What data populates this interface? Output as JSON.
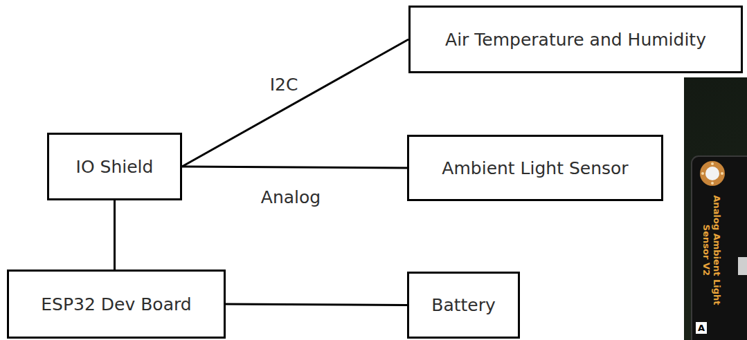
{
  "diagram": {
    "nodes": [
      {
        "text": [
          "Air Temperature and Humidity"
        ]
      },
      {
        "text": [
          "IO Shield"
        ]
      },
      {
        "text": [
          "Ambient Light Sensor"
        ]
      },
      {
        "text": [
          "ESP32 Dev Board"
        ]
      },
      {
        "text": [
          "Battery"
        ]
      }
    ],
    "edges": [
      {
        "from": 1,
        "to": 0,
        "label": "I2C",
        "arrow": "none"
      },
      {
        "from": 1,
        "to": 2,
        "label": "Analog",
        "arrow": "none"
      },
      {
        "from": 1,
        "to": 3,
        "arrow": "none"
      },
      {
        "from": 3,
        "to": 4,
        "arrow": "none"
      }
    ],
    "labels": [
      "Analog Ambient Light Sensor V2",
      "A"
    ]
  }
}
